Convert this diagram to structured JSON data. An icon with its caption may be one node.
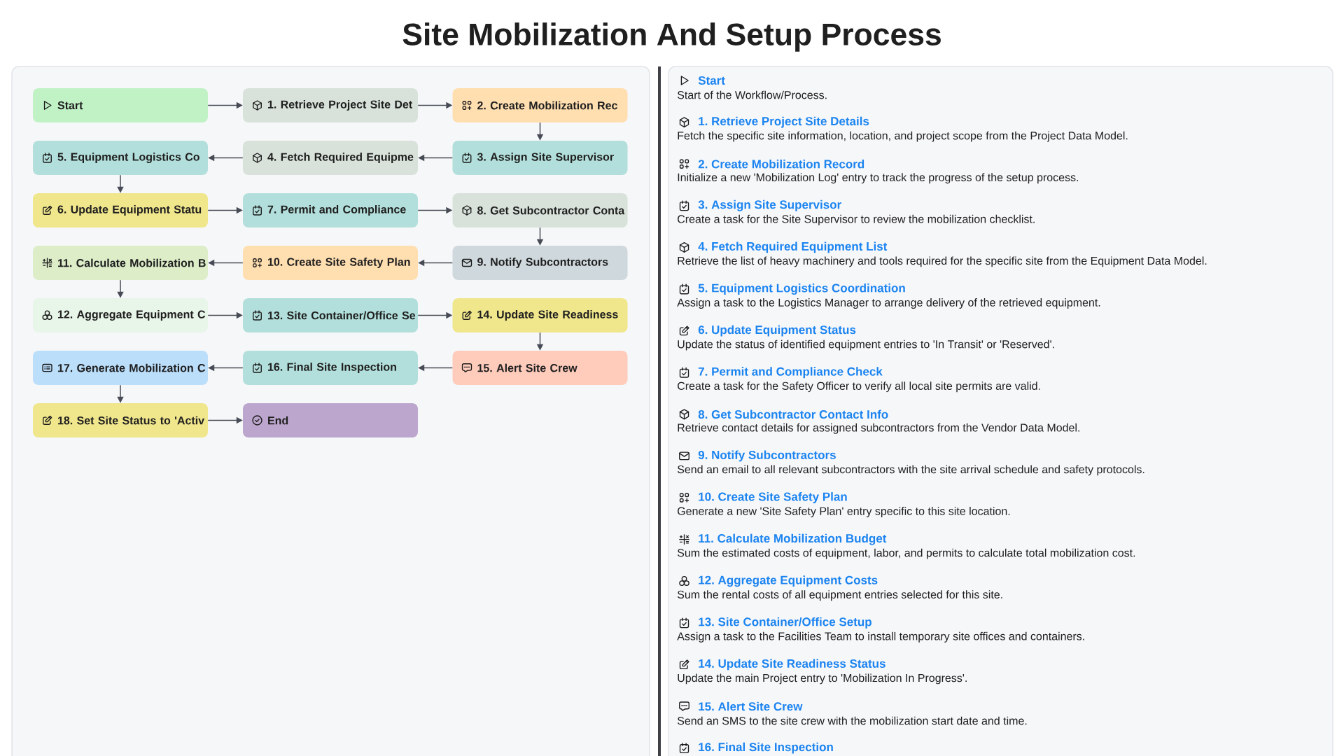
{
  "diagram": {
    "title": "Site Mobilization And Setup Process",
    "nodes": [
      {
        "text": [
          "Start"
        ]
      },
      {
        "text": [
          "1. Retrieve Project Site Det"
        ]
      },
      {
        "text": [
          "2. Create Mobilization Rec"
        ]
      },
      {
        "text": [
          "3. Assign Site Supervisor"
        ]
      },
      {
        "text": [
          "4. Fetch Required Equipme"
        ]
      },
      {
        "text": [
          "5. Equipment Logistics Co"
        ]
      },
      {
        "text": [
          "6. Update Equipment Statu"
        ]
      },
      {
        "text": [
          "7. Permit and Compliance"
        ]
      },
      {
        "text": [
          "8. Get Subcontractor Conta"
        ]
      },
      {
        "text": [
          "9. Notify Subcontractors"
        ]
      },
      {
        "text": [
          "10. Create Site Safety Plan"
        ]
      },
      {
        "text": [
          "11. Calculate Mobilization B"
        ]
      },
      {
        "text": [
          "12. Aggregate Equipment C"
        ]
      },
      {
        "text": [
          "13. Site Container/Office Se"
        ]
      },
      {
        "text": [
          "14. Update Site Readiness"
        ]
      },
      {
        "text": [
          "15. Alert Site Crew"
        ]
      },
      {
        "text": [
          "16. Final Site Inspection"
        ]
      },
      {
        "text": [
          "17. Generate Mobilization C"
        ]
      },
      {
        "text": [
          "18. Set Site Status to 'Activ"
        ]
      },
      {
        "text": [
          "End"
        ]
      }
    ],
    "edges": [
      {
        "from": 0,
        "to": 1,
        "arrow": "to"
      },
      {
        "from": 1,
        "to": 2,
        "arrow": "to"
      },
      {
        "from": 2,
        "to": 3,
        "arrow": "to"
      },
      {
        "from": 3,
        "to": 4,
        "arrow": "to"
      },
      {
        "from": 4,
        "to": 5,
        "arrow": "to"
      },
      {
        "from": 5,
        "to": 6,
        "arrow": "to"
      },
      {
        "from": 6,
        "to": 7,
        "arrow": "to"
      },
      {
        "from": 7,
        "to": 8,
        "arrow": "to"
      },
      {
        "from": 8,
        "to": 9,
        "arrow": "to"
      },
      {
        "from": 9,
        "to": 10,
        "arrow": "to"
      },
      {
        "from": 10,
        "to": 11,
        "arrow": "to"
      },
      {
        "from": 11,
        "to": 12,
        "arrow": "to"
      },
      {
        "from": 12,
        "to": 13,
        "arrow": "to"
      },
      {
        "from": 13,
        "to": 14,
        "arrow": "to"
      },
      {
        "from": 14,
        "to": 15,
        "arrow": "to"
      },
      {
        "from": 15,
        "to": 16,
        "arrow": "to"
      },
      {
        "from": 16,
        "to": 17,
        "arrow": "to"
      },
      {
        "from": 17,
        "to": 18,
        "arrow": "to"
      },
      {
        "from": 18,
        "to": 19,
        "arrow": "to"
      }
    ],
    "labels": [
      "Start",
      "Start of the Workflow/Process.",
      "1. Retrieve Project Site Details",
      "Fetch the specific site information, location, and project scope from the Project Data Model.",
      "2. Create Mobilization Record",
      "Initialize a new 'Mobilization Log' entry to track the progress of the setup process.",
      "3. Assign Site Supervisor",
      "Create a task for the Site Supervisor to review the mobilization checklist.",
      "4. Fetch Required Equipment List",
      "Retrieve the list of heavy machinery and tools required for the specific site from the Equipment Data Model.",
      "5. Equipment Logistics Coordination",
      "Assign a task to the Logistics Manager to arrange delivery of the retrieved equipment.",
      "6. Update Equipment Status",
      "Update the status of identified equipment entries to 'In Transit' or 'Reserved'.",
      "7. Permit and Compliance Check",
      "Create a task for the Safety Officer to verify all local site permits are valid.",
      "8. Get Subcontractor Contact Info",
      "Retrieve contact details for assigned subcontractors from the Vendor Data Model.",
      "9. Notify Subcontractors",
      "Send an email to all relevant subcontractors with the site arrival schedule and safety protocols.",
      "10. Create Site Safety Plan",
      "Generate a new 'Site Safety Plan' entry specific to this site location.",
      "11. Calculate Mobilization Budget",
      "Sum the estimated costs of equipment, labor, and permits to calculate total mobilization cost.",
      "12. Aggregate Equipment Costs",
      "Sum the rental costs of all equipment entries selected for this site.",
      "13. Site Container/Office Setup",
      "Assign a task to the Facilities Team to install temporary site offices and containers.",
      "14. Update Site Readiness Status",
      "Update the main Project entry to 'Mobilization In Progress'.",
      "15. Alert Site Crew",
      "Send an SMS to the site crew with the mobilization start date and time.",
      "16. Final Site Inspection"
    ]
  }
}
